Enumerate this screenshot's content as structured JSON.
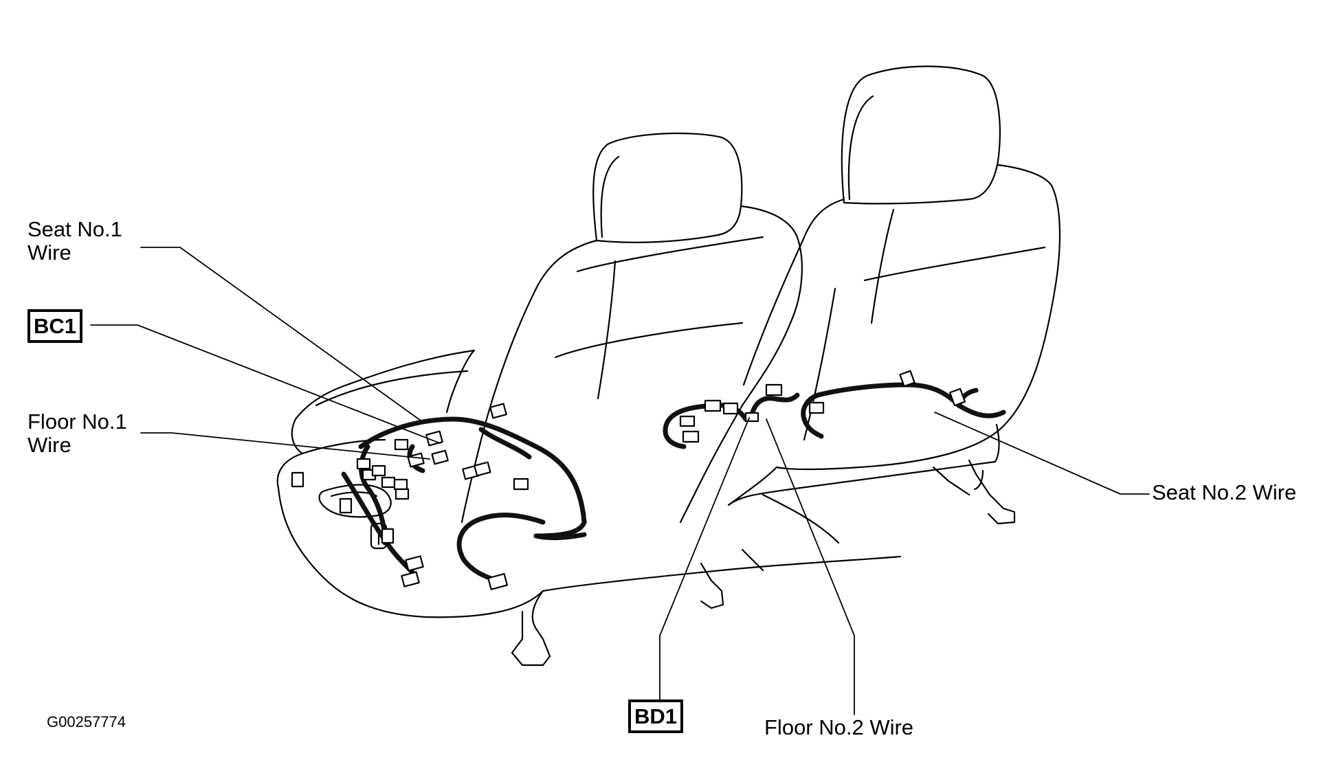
{
  "labels": {
    "seat_no1_wire_line1": "Seat No.1",
    "seat_no1_wire_line2": "Wire",
    "bc1": "BC1",
    "floor_no1_wire_line1": "Floor No.1",
    "floor_no1_wire_line2": "Wire",
    "seat_no2_wire": "Seat No.2 Wire",
    "bd1": "BD1",
    "floor_no2_wire": "Floor No.2 Wire"
  },
  "figure_id": "G00257774"
}
